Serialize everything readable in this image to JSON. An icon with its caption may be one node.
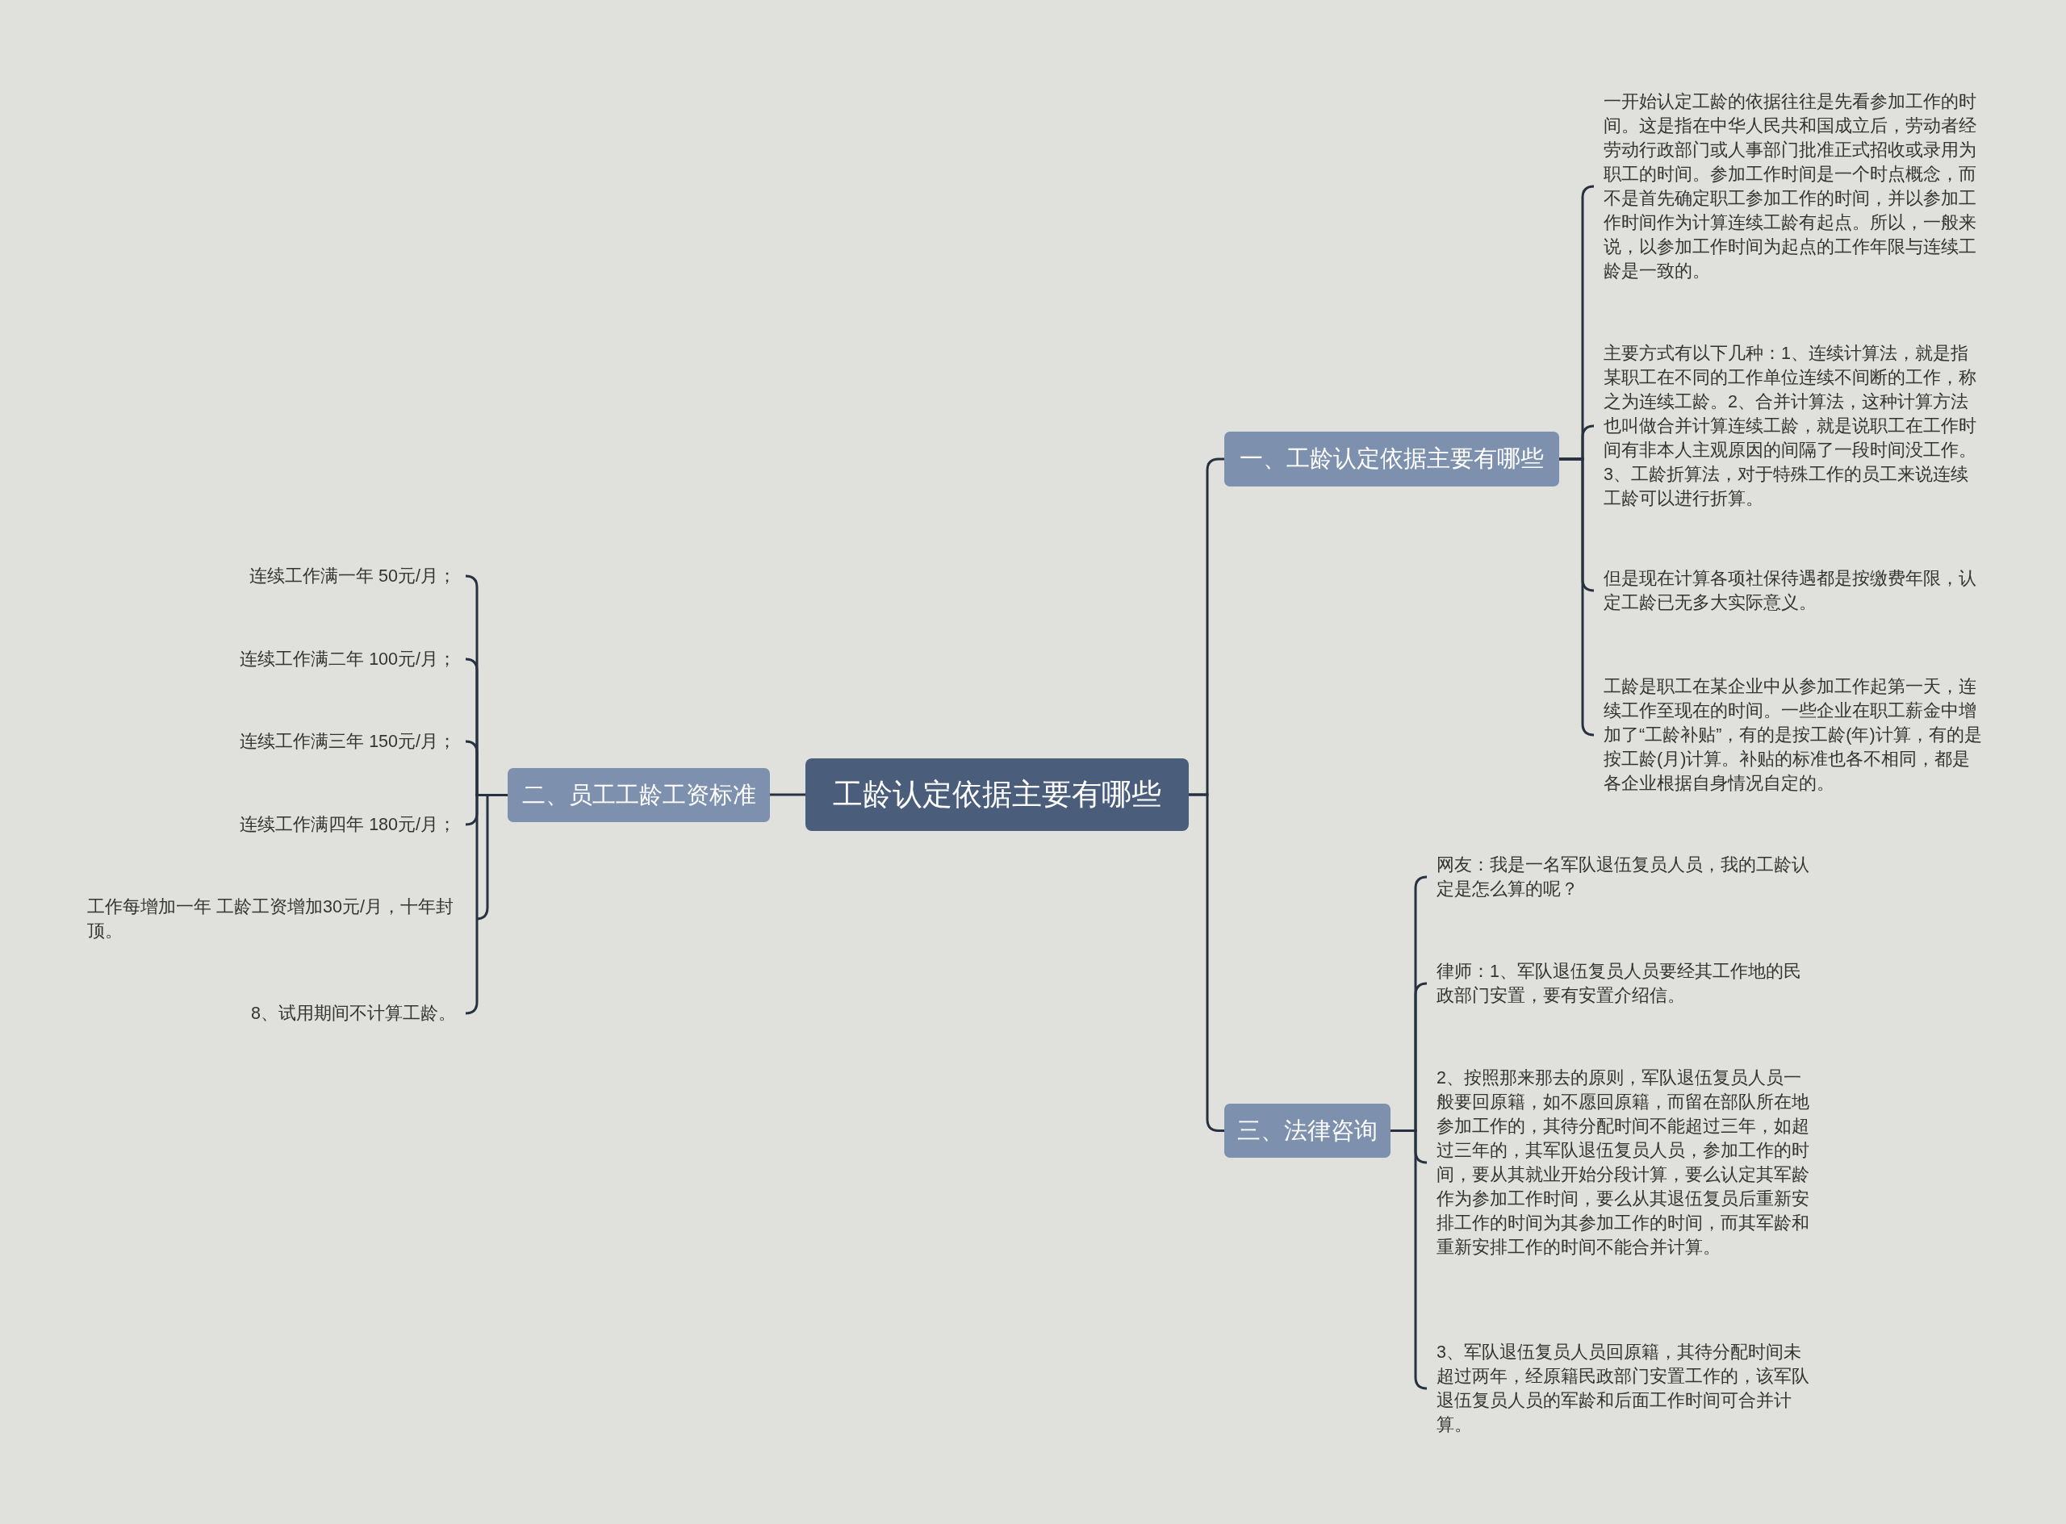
{
  "diagram": {
    "nodes": [
      {
        "text": [
          "工龄认定依据主要有哪些"
        ]
      },
      {
        "text": [
          "一、工龄认定依据主要有哪些"
        ]
      },
      {
        "text": [
          "一开始认定工龄的依据往往是先看参加工作的时间。这是指在中华人民共和国成立后，劳动者经劳动行政部门或人事部门批准正式招收或录用为职工的时间。参加工作时间是一个时点概念，而不是首先确定职工参加工作的时间，并以参加工作时间作为计算连续工龄有起点。所以，一般来说，以参加工作时间为起点的工作年限与连续工龄是一致的。"
        ]
      },
      {
        "text": [
          "主要方式有以下几种：1、连续计算法，就是指某职工在不同的工作单位连续不间断的工作，称之为连续工龄。2、合并计算法，这种计算方法也叫做合并计算连续工龄，就是说职工在工作时间有非本人主观原因的间隔了一段时间没工作。3、工龄折算法，对于特殊工作的员工来说连续工龄可以进行折算。"
        ]
      },
      {
        "text": [
          "但是现在计算各项社保待遇都是按缴费年限，认定工龄已无多大实际意义。"
        ]
      },
      {
        "text": [
          "工龄是职工在某企业中从参加工作起第一天，连续工作至现在的时间。一些企业在职工薪金中增加了“工龄补贴”，有的是按工龄(年)计算，有的是按工龄(月)计算。补贴的标准也各不相同，都是各企业根据自身情况自定的。"
        ]
      },
      {
        "text": [
          "二、员工工龄工资标准"
        ]
      },
      {
        "text": [
          "连续工作满一年 50元/月；"
        ]
      },
      {
        "text": [
          "连续工作满二年 100元/月；"
        ]
      },
      {
        "text": [
          "连续工作满三年 150元/月；"
        ]
      },
      {
        "text": [
          "连续工作满四年 180元/月；"
        ]
      },
      {
        "text": [
          "工作每增加一年 工龄工资增加30元/月，十年封顶。"
        ]
      },
      {
        "text": [
          "8、试用期间不计算工龄。"
        ]
      },
      {
        "text": [
          "三、法律咨询"
        ]
      },
      {
        "text": [
          "网友：我是一名军队退伍复员人员，我的工龄认定是怎么算的呢？"
        ]
      },
      {
        "text": [
          "律师：1、军队退伍复员人员要经其工作地的民政部门安置，要有安置介绍信。"
        ]
      },
      {
        "text": [
          "2、按照那来那去的原则，军队退伍复员人员一般要回原籍，如不愿回原籍，而留在部队所在地参加工作的，其待分配时间不能超过三年，如超过三年的，其军队退伍复员人员，参加工作的时间，要从其就业开始分段计算，要么认定其军龄作为参加工作时间，要么从其退伍复员后重新安排工作的时间为其参加工作的时间，而其军龄和重新安排工作的时间不能合并计算。"
        ]
      },
      {
        "text": [
          "3、军队退伍复员人员回原籍，其待分配时间未超过两年，经原籍民政部门安置工作的，该军队退伍复员人员的军龄和后面工作时间可合并计算。"
        ]
      }
    ],
    "edges": [
      {
        "from": 0,
        "to": 1,
        "arrow": "none"
      },
      {
        "from": 1,
        "to": 2,
        "arrow": "none"
      },
      {
        "from": 1,
        "to": 3,
        "arrow": "none"
      },
      {
        "from": 1,
        "to": 4,
        "arrow": "none"
      },
      {
        "from": 1,
        "to": 5,
        "arrow": "none"
      },
      {
        "from": 0,
        "to": 6,
        "arrow": "none"
      },
      {
        "from": 6,
        "to": 7,
        "arrow": "none"
      },
      {
        "from": 6,
        "to": 8,
        "arrow": "none"
      },
      {
        "from": 6,
        "to": 9,
        "arrow": "none"
      },
      {
        "from": 6,
        "to": 10,
        "arrow": "none"
      },
      {
        "from": 6,
        "to": 11,
        "arrow": "none"
      },
      {
        "from": 6,
        "to": 12,
        "arrow": "none"
      },
      {
        "from": 0,
        "to": 13,
        "arrow": "none"
      },
      {
        "from": 13,
        "to": 14,
        "arrow": "none"
      },
      {
        "from": 13,
        "to": 15,
        "arrow": "none"
      },
      {
        "from": 13,
        "to": 16,
        "arrow": "none"
      },
      {
        "from": 13,
        "to": 17,
        "arrow": "none"
      }
    ]
  }
}
